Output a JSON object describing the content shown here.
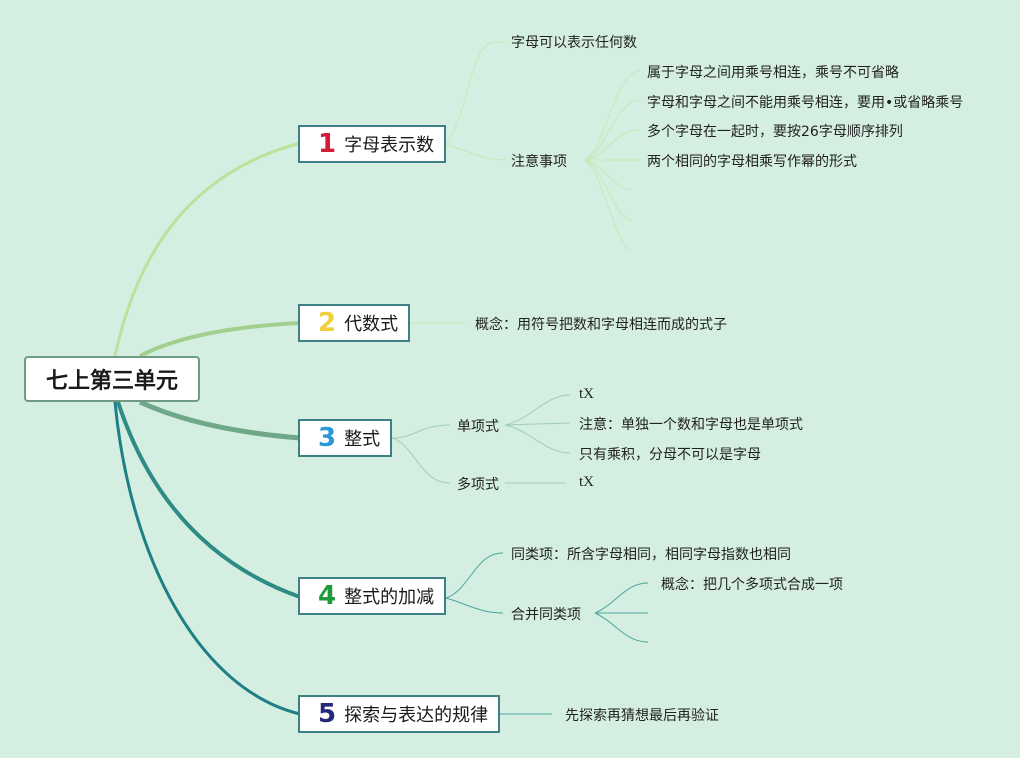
{
  "root": {
    "label": "七上第三单元"
  },
  "topics": [
    {
      "number": "1",
      "number_color": "#d61b3a",
      "label": "字母表示数"
    },
    {
      "number": "2",
      "number_color": "#f0cf3a",
      "label": "代数式"
    },
    {
      "number": "3",
      "number_color": "#2a97d8",
      "label": "整式"
    },
    {
      "number": "4",
      "number_color": "#1f9a3c",
      "label": "整式的加减"
    },
    {
      "number": "5",
      "number_color": "#25297a",
      "label": "探索与表达的规律"
    }
  ],
  "t1": {
    "items": [
      "字母可以表示任何数",
      "注意事项"
    ],
    "notes": [
      "属于字母之间用乘号相连，乘号不可省略",
      "字母和字母之间不能用乘号相连，要用•或省略乘号",
      "多个字母在一起时，要按26字母顺序排列",
      "两个相同的字母相乘写作幂的形式"
    ]
  },
  "t2": {
    "items": [
      "概念：用符号把数和字母相连而成的式子"
    ]
  },
  "t3": {
    "items": [
      "单项式",
      "多项式"
    ],
    "monomial": [
      "tX",
      "注意：单独一个数和字母也是单项式",
      "只有乘积，分母不可以是字母"
    ],
    "polynomial": [
      "tX"
    ]
  },
  "t4": {
    "items": [
      "同类项：所含字母相同，相同字母指数也相同",
      "合并同类项"
    ],
    "merge": [
      "概念：把几个多项式合成一项"
    ]
  },
  "t5": {
    "items": [
      "先探索再猜想最后再验证"
    ]
  },
  "colors": {
    "branch1": "#b9e39c",
    "branch2": "#a2cf8d",
    "branch3": "#6fa888",
    "branch4": "#2e8b86",
    "branch5": "#1f7f86"
  }
}
